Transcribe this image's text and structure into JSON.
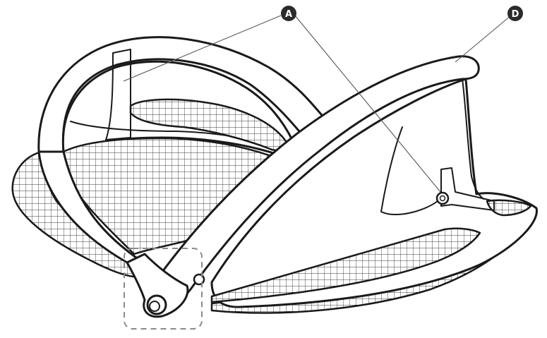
{
  "callouts": [
    {
      "id": "A",
      "label": "A"
    },
    {
      "id": "D",
      "label": "D"
    }
  ],
  "colors": {
    "line": "#1a1a1a",
    "bubble": "#2b2b2b",
    "leader": "#555555",
    "detail_box": "#8a8a8a"
  }
}
